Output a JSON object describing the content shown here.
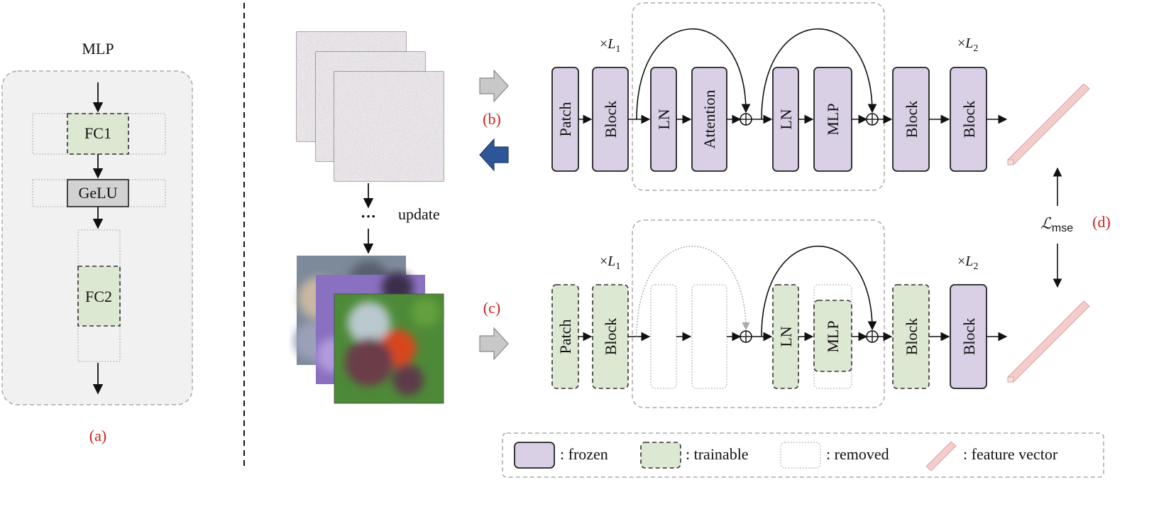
{
  "panel_a": {
    "title": "MLP",
    "fc1": "FC1",
    "gelu": "GeLU",
    "fc2": "FC2",
    "caption": "(a)"
  },
  "labels": {
    "b": "(b)",
    "c": "(c)",
    "d": "(d)",
    "update": "update",
    "ellipsis": "···",
    "loss_main": "ℒ",
    "loss_sub": "mse"
  },
  "repeat": {
    "times": "×",
    "l1_base": "L",
    "l1_sub": "1",
    "l2_base": "L",
    "l2_sub": "2"
  },
  "top_row": {
    "patch": "Patch",
    "block1": "Block",
    "ln1": "LN",
    "attention": "Attention",
    "ln2": "LN",
    "mlp": "MLP",
    "block2": "Block",
    "block3": "Block"
  },
  "bottom_row": {
    "patch": "Patch",
    "block1": "Block",
    "ln2": "LN",
    "mlp": "MLP",
    "block2": "Block",
    "block3": "Block"
  },
  "legend": {
    "frozen": ": frozen",
    "trainable": ": trainable",
    "removed": ": removed",
    "feature": ": feature vector"
  },
  "colors": {
    "frozen": "#d9d0e6",
    "trainable": "#dde8d3",
    "panel_bg": "#f1f1f1",
    "arrow_blue": "#2e5597",
    "arrow_gray": "#c8c8c8",
    "feature_vector": "#f4cccc",
    "red_label": "#d21f1f"
  }
}
